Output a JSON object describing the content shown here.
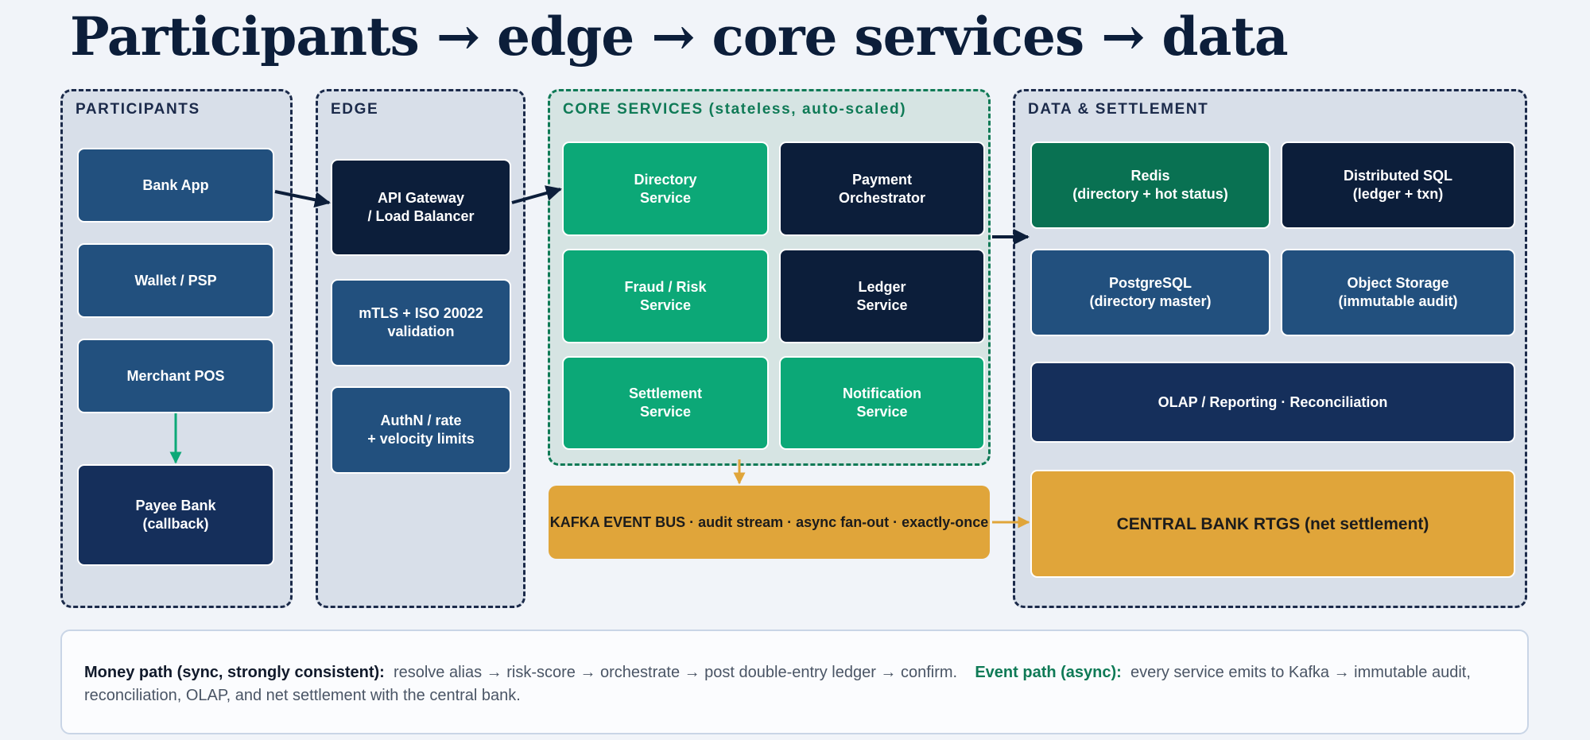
{
  "title": "Participants → edge → core services → data",
  "groups": {
    "participants": "PARTICIPANTS",
    "edge": "EDGE",
    "core": "CORE SERVICES (stateless, auto-scaled)",
    "data": "DATA & SETTLEMENT"
  },
  "participants": {
    "bank_app": "Bank App",
    "wallet": "Wallet / PSP",
    "merchant": "Merchant POS",
    "payee": "Payee Bank\n(callback)"
  },
  "edge": {
    "gateway": "API Gateway\n/ Load Balancer",
    "mtls": "mTLS + ISO 20022\nvalidation",
    "authn": "AuthN / rate\n+ velocity limits"
  },
  "core": {
    "directory": "Directory\nService",
    "orchestrator": "Payment\nOrchestrator",
    "fraud": "Fraud / Risk\nService",
    "ledger": "Ledger\nService",
    "settlement": "Settlement\nService",
    "notification": "Notification\nService"
  },
  "data": {
    "redis": "Redis\n(directory + hot status)",
    "sql": "Distributed SQL\n(ledger + txn)",
    "postgres": "PostgreSQL\n(directory master)",
    "object": "Object Storage\n(immutable audit)",
    "olap": "OLAP / Reporting  ·  Reconciliation",
    "rtgs": "CENTRAL BANK  RTGS  (net settlement)"
  },
  "kafka": "KAFKA EVENT BUS   ·   audit stream · async fan-out · exactly-once",
  "note": {
    "money_label": "Money path (sync, strongly consistent):",
    "money_text": "resolve alias → risk-score → orchestrate → post double-entry ledger → confirm.",
    "event_label": "Event path (async):",
    "event_text": "every service emits to Kafka → immutable audit, reconciliation, OLAP, and net settlement with the central bank."
  },
  "colors": {
    "navy": "#0c1e3a",
    "blue": "#22507e",
    "green": "#0ca877",
    "gold": "#e0a53a",
    "green_text": "#0f7a56"
  }
}
